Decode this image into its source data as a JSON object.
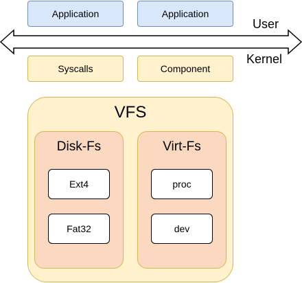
{
  "user_space": {
    "label": "User",
    "apps": [
      "Application",
      "Application"
    ]
  },
  "kernel_space": {
    "label": "Kernel",
    "interfaces": [
      "Syscalls",
      "Component"
    ]
  },
  "vfs": {
    "title": "VFS",
    "groups": [
      {
        "title": "Disk-Fs",
        "items": [
          "Ext4",
          "Fat32"
        ]
      },
      {
        "title": "Virt-Fs",
        "items": [
          "proc",
          "dev"
        ]
      }
    ]
  },
  "colors": {
    "app_fill": "#dae8fc",
    "app_stroke": "#6c8ebf",
    "kernel_fill": "#fff2cc",
    "kernel_stroke": "#d6b656",
    "fs_group_fill": "#fad9c0"
  }
}
